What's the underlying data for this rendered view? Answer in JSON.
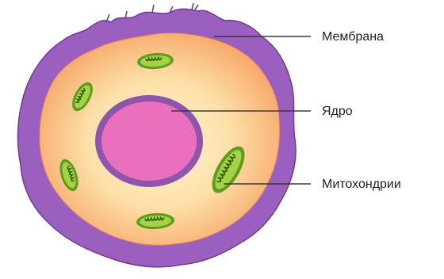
{
  "labels": {
    "membrane": "Мембрана",
    "nucleus": "Ядро",
    "mitochondria": "Митохондрии"
  },
  "colors": {
    "membrane": "#9b5fbf",
    "membrane_edge": "#6d3d8f",
    "cytoplasm_center": "#fff3d6",
    "cytoplasm_edge": "#f7a86a",
    "nucleus_fill": "#ea6fbd",
    "nucleus_ring": "#8e55ae",
    "mito_outer": "#5f9b1e",
    "mito_inner": "#a4d444",
    "mito_cristae": "#2f5a0a",
    "leader_line": "#3a3a3a"
  }
}
